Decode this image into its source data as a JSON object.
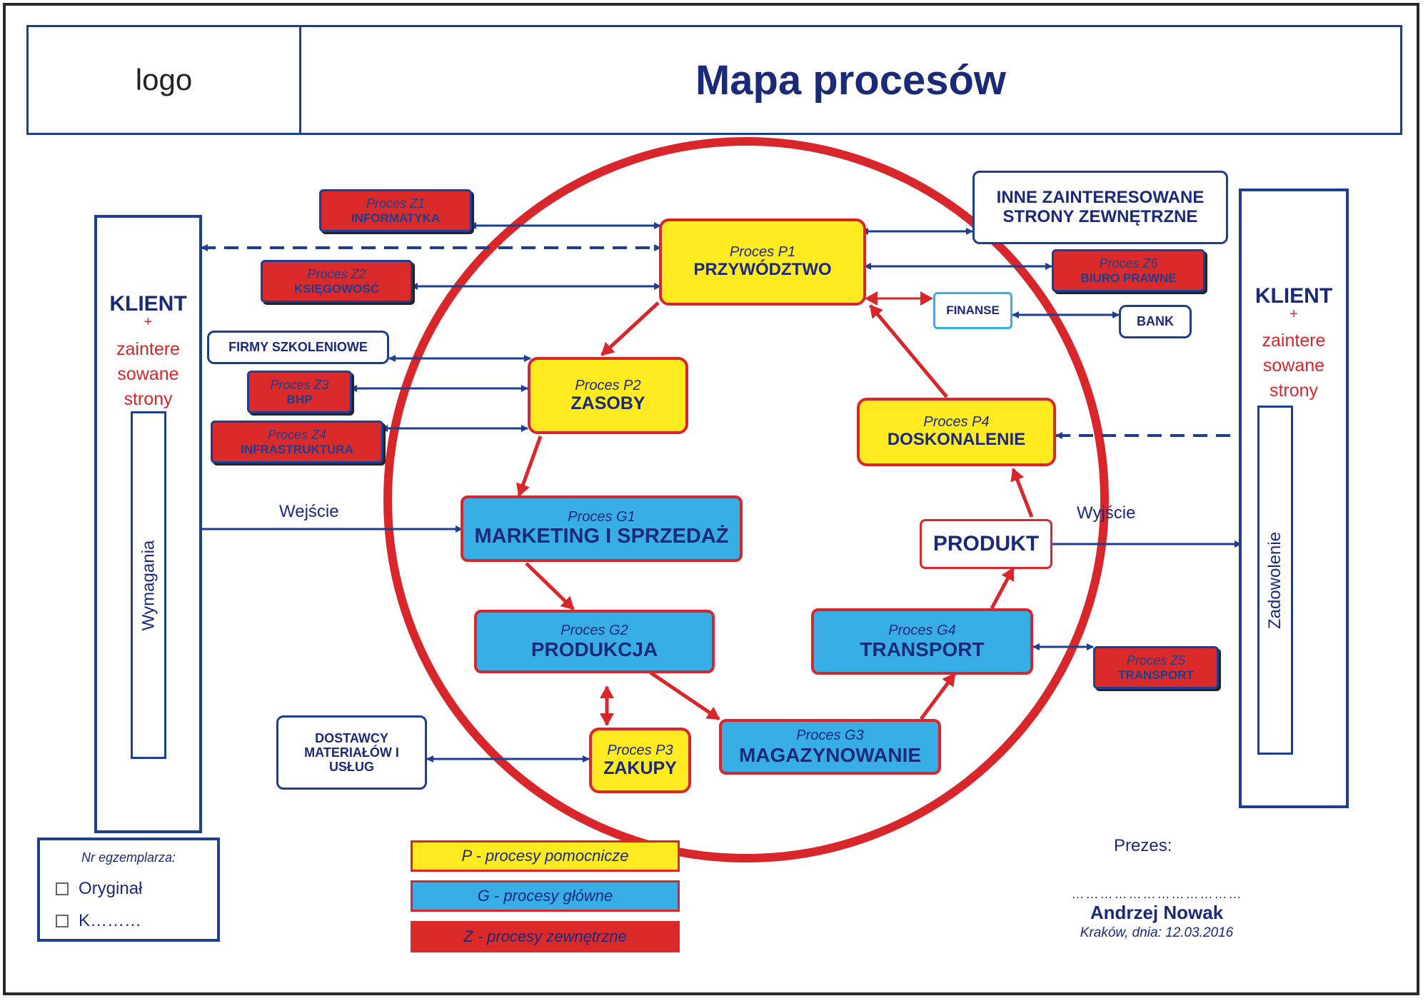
{
  "header": {
    "logo": "logo",
    "title": "Mapa procesów"
  },
  "clients": {
    "left": {
      "title": "KLIENT",
      "plus": "+",
      "line1": "zaintere",
      "line2": "sowane",
      "line3": "strony",
      "inner": "Wymagania"
    },
    "right": {
      "title": "KLIENT",
      "plus": "+",
      "line1": "zaintere",
      "line2": "sowane",
      "line3": "strony",
      "inner": "Zadowolenie"
    }
  },
  "flow_labels": {
    "input_left": "Wejście",
    "input_right": "Wyjście"
  },
  "processes": {
    "p1": {
      "sub": "Proces P1",
      "main": "PRZYWÓDZTWO"
    },
    "p2": {
      "sub": "Proces P2",
      "main": "ZASOBY"
    },
    "p3": {
      "sub": "Proces P3",
      "main": "ZAKUPY"
    },
    "p4": {
      "sub": "Proces P4",
      "main": "DOSKONALENIE"
    },
    "g1": {
      "sub": "Proces G1",
      "main": "MARKETING I SPRZEDAŻ"
    },
    "g2": {
      "sub": "Proces G2",
      "main": "PRODUKCJA"
    },
    "g3": {
      "sub": "Proces G3",
      "main": "MAGAZYNOWANIE"
    },
    "g4": {
      "sub": "Proces G4",
      "main": "TRANSPORT"
    },
    "z1": {
      "sub": "Proces Z1",
      "main": "INFORMATYKA"
    },
    "z2": {
      "sub": "Proces Z2",
      "main": "KSIĘGOWOŚĆ"
    },
    "z3": {
      "sub": "Proces Z3",
      "main": "BHP"
    },
    "z4": {
      "sub": "Proces Z4",
      "main": "INFRASTRUKTURA"
    },
    "z5": {
      "sub": "Proces Z5",
      "main": "TRANSPORT"
    },
    "z6": {
      "sub": "Proces Z6",
      "main": "BIURO PRAWNE"
    }
  },
  "external": {
    "inne_line1": "INNE ZAINTERESOWANE",
    "inne_line2": "STRONY ZEWNĘTRZNE",
    "firmy": "FIRMY SZKOLENIOWE",
    "finanse": "FINANSE",
    "bank": "BANK",
    "produkt": "PRODUKT",
    "dostawcy_line1": "DOSTAWCY",
    "dostawcy_line2": "MATERIAŁÓW I",
    "dostawcy_line3": "USŁUG"
  },
  "legend": {
    "p": "P - procesy pomocnicze",
    "g": "G - procesy główne",
    "z": "Z - procesy zewnętrzne"
  },
  "copy_box": {
    "title": "Nr egzemplarza:",
    "opt1": "Oryginał",
    "opt2": "K………"
  },
  "signature": {
    "role": "Prezes:",
    "dots": "………………………………",
    "name": "Andrzej Nowak",
    "place_date": "Kraków, dnia: 12.03.2016"
  },
  "colors": {
    "navy": "#1e3f8f",
    "red": "#d8262b",
    "yellow": "#ffeb20",
    "blue": "#38aee6",
    "ext_red": "#db2a2a"
  }
}
